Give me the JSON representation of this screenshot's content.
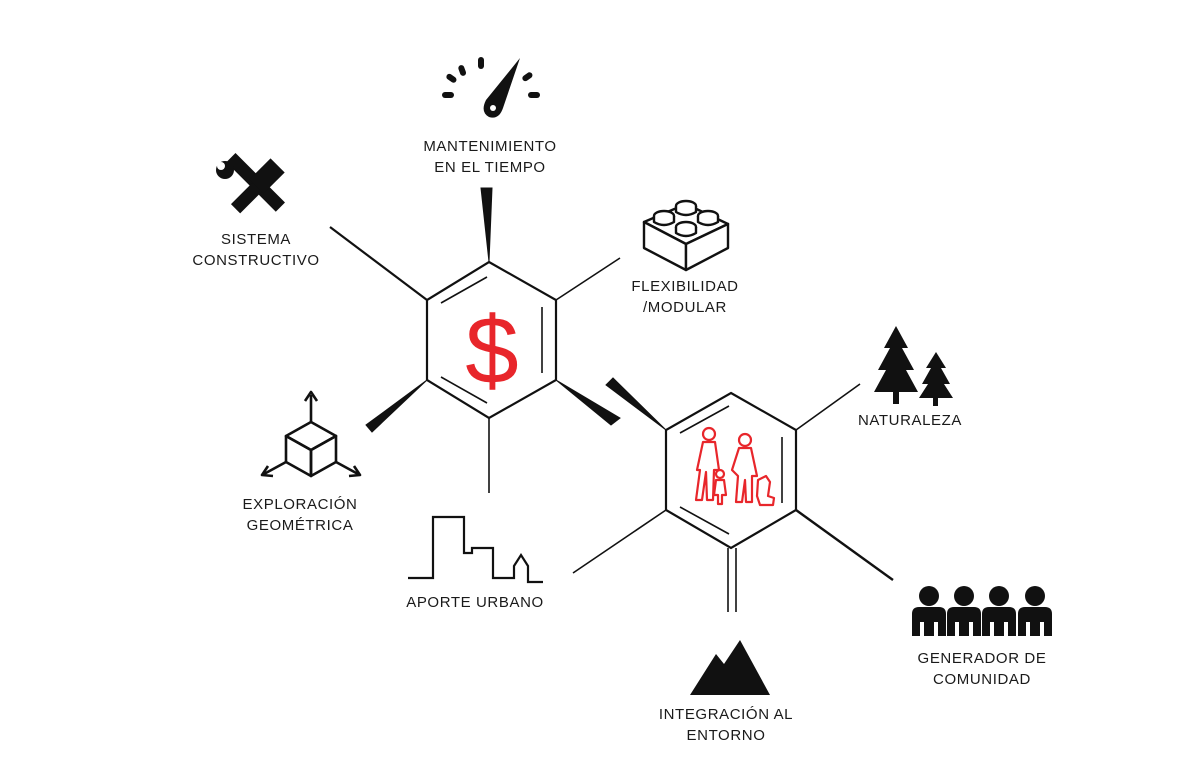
{
  "colors": {
    "ink": "#111111",
    "accent": "#e8262b",
    "background": "#ffffff"
  },
  "hubs": [
    {
      "name": "cost-hub",
      "icon": "dollar-icon"
    },
    {
      "name": "community-hub",
      "icon": "family-icon"
    }
  ],
  "center_symbol": "$",
  "nodes": {
    "mantenimiento": {
      "icon": "gauge-icon",
      "lines": [
        "MANTENIMIENTO",
        "EN EL TIEMPO"
      ]
    },
    "sistema": {
      "icon": "tools-icon",
      "lines": [
        "SISTEMA",
        "CONSTRUCTIVO"
      ]
    },
    "flexibilidad": {
      "icon": "lego-brick-icon",
      "lines": [
        "FLEXIBILIDAD",
        "/MODULAR"
      ]
    },
    "exploracion": {
      "icon": "cube-axes-icon",
      "lines": [
        "EXPLORACIÓN",
        "GEOMÉTRICA"
      ]
    },
    "aporte": {
      "icon": "skyline-icon",
      "lines": [
        "APORTE URBANO"
      ]
    },
    "naturaleza": {
      "icon": "trees-icon",
      "lines": [
        "NATURALEZA"
      ]
    },
    "generador": {
      "icon": "people-group-icon",
      "lines": [
        "GENERADOR DE",
        "COMUNIDAD"
      ]
    },
    "integracion": {
      "icon": "mountains-icon",
      "lines": [
        "INTEGRACIÓN AL",
        "ENTORNO"
      ]
    }
  }
}
